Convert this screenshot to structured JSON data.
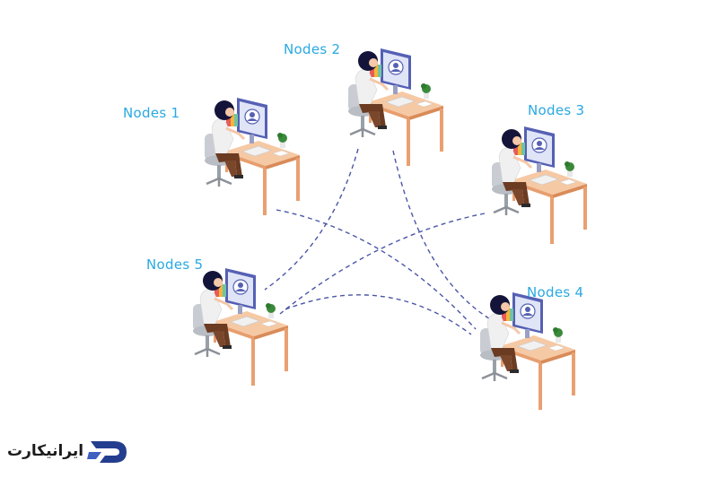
{
  "nodes": [
    {
      "id": "node-1",
      "label": "Nodes 1"
    },
    {
      "id": "node-2",
      "label": "Nodes 2"
    },
    {
      "id": "node-3",
      "label": "Nodes 3"
    },
    {
      "id": "node-4",
      "label": "Nodes 4"
    },
    {
      "id": "node-5",
      "label": "Nodes 5"
    }
  ],
  "connections": [
    [
      "node-1",
      "node-4"
    ],
    [
      "node-2",
      "node-5"
    ],
    [
      "node-2",
      "node-4"
    ],
    [
      "node-3",
      "node-5"
    ],
    [
      "node-5",
      "node-4"
    ]
  ],
  "colors": {
    "label": "#29a9e1",
    "link": "#4a56a6",
    "desk": "#f2b48a",
    "monitor": "#5560b4",
    "chair": "#c9cdd3",
    "hair": "#14143a",
    "plant": "#3b8a3b",
    "logo": "#243e8f"
  },
  "watermark": {
    "text": "ایرانیکارت"
  }
}
